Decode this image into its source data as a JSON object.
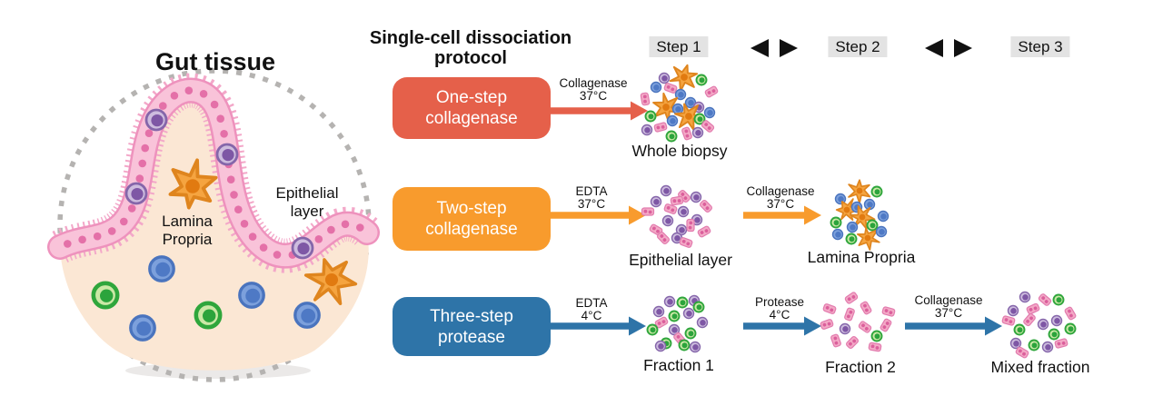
{
  "colors": {
    "red": "#E5604A",
    "orange": "#F89B2D",
    "blue": "#2E74A8",
    "step_chip_bg": "#E3E3E3",
    "tissue_fill": "#FBE7D4",
    "band_fill": "#F9C3D9",
    "band_border": "#EE92BD",
    "band_fringe": "#F3A8C9",
    "nucleus": "#E470A8",
    "dash_gray": "#B5B3B1",
    "black": "#111111"
  },
  "left_panel": {
    "title": "Gut tissue",
    "lamina_label": "Lamina\nPropria",
    "epithelial_label": "Epithelial\nlayer"
  },
  "protocol": {
    "title": "Single-cell dissociation\nprotocol",
    "step_labels": [
      "Step 1",
      "Step 2",
      "Step 3"
    ],
    "boxes": [
      {
        "label": "One-step\ncollagenase",
        "color": "#E5604A"
      },
      {
        "label": "Two-step\ncollagenase",
        "color": "#F89B2D"
      },
      {
        "label": "Three-step\nprotease",
        "color": "#2E74A8"
      }
    ],
    "reagent_labels": {
      "r1a": "Collagenase\n37°C",
      "r2a": "EDTA\n37°C",
      "r2b": "Collagenase\n37°C",
      "r3a": "EDTA\n4°C",
      "r3b": "Protease\n4°C",
      "r3c": "Collagenase\n37°C"
    },
    "captions": {
      "whole_biopsy": "Whole biopsy",
      "epithelial": "Epithelial layer",
      "lamina": "Lamina Propria",
      "fraction1": "Fraction 1",
      "fraction2": "Fraction 2",
      "mixed": "Mixed fraction"
    }
  },
  "figure": {
    "cell_types": {
      "blue": {
        "outer": "#7CA0DC",
        "inner": "#4E79C5",
        "stroke": "#4A74BE"
      },
      "green": {
        "outer": "#CBE8A6",
        "inner": "#2BA43C",
        "stroke": "#2FA63C"
      },
      "purple": {
        "outer": "#CDBCDE",
        "inner": "#7E57A5",
        "stroke": "#8566AA"
      },
      "pink": {
        "outer": "#F3A9C6",
        "inner": "#DB5F9C",
        "stroke": "#E27BAE"
      },
      "star": {
        "outer": "#F5A440",
        "inner": "#E17A10",
        "stroke": "#DF851E"
      }
    },
    "tissue_cells": [
      [
        "purple",
        172,
        132,
        0,
        2.0
      ],
      [
        "purple",
        250,
        170,
        0,
        2.0
      ],
      [
        "purple",
        150,
        213,
        0,
        2.0
      ],
      [
        "purple",
        333,
        273,
        0,
        2.0
      ],
      [
        "star",
        212,
        205,
        10,
        3.0
      ],
      [
        "star",
        365,
        308,
        -20,
        2.7
      ],
      [
        "blue",
        178,
        296,
        0,
        2.4
      ],
      [
        "blue",
        277,
        325,
        0,
        2.4
      ],
      [
        "blue",
        338,
        347,
        0,
        2.4
      ],
      [
        "blue",
        157,
        361,
        0,
        2.4
      ],
      [
        "green",
        116,
        325,
        0,
        2.4
      ],
      [
        "green",
        229,
        347,
        0,
        2.4
      ]
    ],
    "clusters": {
      "whole_biopsy": [
        [
          "purple",
          731,
          86,
          0,
          1
        ],
        [
          "star",
          753,
          85,
          15,
          1.5
        ],
        [
          "green",
          772,
          88,
          0,
          1
        ],
        [
          "blue",
          722,
          96,
          0,
          1
        ],
        [
          "pink",
          738,
          97,
          20,
          1
        ],
        [
          "blue",
          749,
          104,
          0,
          1
        ],
        [
          "pink",
          783,
          101,
          -30,
          1
        ],
        [
          "pink",
          710,
          109,
          80,
          1
        ],
        [
          "star",
          733,
          118,
          -10,
          1.5
        ],
        [
          "blue",
          746,
          120,
          0,
          1
        ],
        [
          "blue",
          760,
          113,
          0,
          1
        ],
        [
          "purple",
          769,
          118,
          0,
          1
        ],
        [
          "blue",
          781,
          124,
          0,
          1
        ],
        [
          "green",
          716,
          128,
          0,
          1
        ],
        [
          "star",
          758,
          128,
          40,
          1.5
        ],
        [
          "blue",
          740,
          133,
          0,
          1
        ],
        [
          "green",
          770,
          131,
          0,
          1
        ],
        [
          "pink",
          779,
          139,
          40,
          1
        ],
        [
          "purple",
          712,
          143,
          0,
          1
        ],
        [
          "pink",
          727,
          140,
          -15,
          1
        ],
        [
          "green",
          739,
          150,
          0,
          1
        ],
        [
          "pink",
          756,
          147,
          70,
          1
        ],
        [
          "purple",
          768,
          146,
          0,
          1
        ]
      ],
      "epithelial": [
        [
          "purple",
          733,
          210,
          0,
          1
        ],
        [
          "pink",
          753,
          216,
          45,
          1
        ],
        [
          "purple",
          766,
          217,
          0,
          1
        ],
        [
          "purple",
          722,
          222,
          0,
          1
        ],
        [
          "pink",
          745,
          221,
          -10,
          1
        ],
        [
          "pink",
          777,
          227,
          45,
          1
        ],
        [
          "pink",
          713,
          233,
          0,
          1
        ],
        [
          "pink",
          738,
          230,
          20,
          1
        ],
        [
          "purple",
          752,
          233,
          0,
          1
        ],
        [
          "purple",
          767,
          242,
          0,
          1
        ],
        [
          "purple",
          735,
          243,
          0,
          1
        ],
        [
          "pink",
          722,
          253,
          30,
          1
        ],
        [
          "purple",
          750,
          253,
          0,
          1
        ],
        [
          "pink",
          760,
          248,
          90,
          1
        ],
        [
          "pink",
          775,
          255,
          -30,
          1
        ],
        [
          "purple",
          745,
          262,
          0,
          1
        ],
        [
          "pink",
          730,
          262,
          45,
          1
        ],
        [
          "pink",
          755,
          267,
          20,
          1
        ]
      ],
      "lamina": [
        [
          "star",
          946,
          210,
          0,
          1.3
        ],
        [
          "green",
          965,
          211,
          0,
          1
        ],
        [
          "blue",
          925,
          219,
          0,
          1
        ],
        [
          "star",
          932,
          231,
          30,
          1.3
        ],
        [
          "blue",
          943,
          228,
          0,
          1
        ],
        [
          "blue",
          957,
          225,
          0,
          1
        ],
        [
          "star",
          949,
          239,
          -20,
          1.3
        ],
        [
          "blue",
          972,
          238,
          0,
          1
        ],
        [
          "green",
          920,
          245,
          0,
          1
        ],
        [
          "blue",
          938,
          250,
          0,
          1
        ],
        [
          "green",
          960,
          248,
          0,
          1
        ],
        [
          "blue",
          922,
          258,
          0,
          1
        ],
        [
          "green",
          937,
          263,
          0,
          1
        ],
        [
          "star",
          955,
          262,
          50,
          1.3
        ],
        [
          "blue",
          970,
          255,
          0,
          1
        ]
      ],
      "fraction1": [
        [
          "purple",
          737,
          332,
          0,
          1
        ],
        [
          "green",
          751,
          333,
          0,
          1
        ],
        [
          "purple",
          764,
          331,
          0,
          1
        ],
        [
          "green",
          769,
          338,
          0,
          1
        ],
        [
          "purple",
          725,
          343,
          0,
          1
        ],
        [
          "green",
          742,
          348,
          0,
          1
        ],
        [
          "purple",
          758,
          345,
          0,
          1
        ],
        [
          "purple",
          773,
          355,
          0,
          1
        ],
        [
          "pink",
          728,
          355,
          -30,
          1
        ],
        [
          "green",
          718,
          363,
          0,
          1
        ],
        [
          "purple",
          742,
          363,
          0,
          1
        ],
        [
          "green",
          760,
          367,
          0,
          1
        ],
        [
          "pink",
          748,
          373,
          50,
          1
        ],
        [
          "green",
          733,
          378,
          0,
          1
        ],
        [
          "green",
          753,
          380,
          0,
          1
        ],
        [
          "purple",
          765,
          382,
          0,
          1
        ],
        [
          "purple",
          727,
          381,
          0,
          1
        ]
      ],
      "fraction2": [
        [
          "pink",
          937,
          328,
          -35,
          1
        ],
        [
          "pink",
          913,
          340,
          20,
          1
        ],
        [
          "pink",
          953,
          339,
          60,
          1
        ],
        [
          "pink",
          935,
          346,
          -70,
          1
        ],
        [
          "pink",
          978,
          343,
          15,
          1
        ],
        [
          "pink",
          910,
          357,
          -20,
          1
        ],
        [
          "purple",
          930,
          362,
          0,
          1
        ],
        [
          "pink",
          952,
          360,
          35,
          1
        ],
        [
          "pink",
          975,
          358,
          -60,
          1
        ],
        [
          "green",
          965,
          370,
          0,
          1
        ],
        [
          "pink",
          920,
          375,
          70,
          1
        ],
        [
          "pink",
          938,
          377,
          -45,
          1
        ],
        [
          "pink",
          963,
          382,
          10,
          1
        ]
      ],
      "mixed": [
        [
          "purple",
          1128,
          327,
          0,
          1
        ],
        [
          "pink",
          1150,
          330,
          40,
          1
        ],
        [
          "green",
          1165,
          330,
          0,
          1
        ],
        [
          "purple",
          1115,
          342,
          0,
          1
        ],
        [
          "pink",
          1137,
          340,
          -25,
          1
        ],
        [
          "pink",
          1178,
          345,
          60,
          1
        ],
        [
          "pink",
          1110,
          353,
          15,
          1
        ],
        [
          "pink",
          1133,
          352,
          -50,
          1
        ],
        [
          "purple",
          1148,
          357,
          0,
          1
        ],
        [
          "purple",
          1163,
          353,
          0,
          1
        ],
        [
          "green",
          1122,
          363,
          0,
          1
        ],
        [
          "green",
          1178,
          362,
          0,
          1
        ],
        [
          "green",
          1160,
          368,
          0,
          1
        ],
        [
          "purple",
          1118,
          378,
          0,
          1
        ],
        [
          "green",
          1138,
          380,
          0,
          1
        ],
        [
          "purple",
          1153,
          382,
          0,
          1
        ],
        [
          "pink",
          1125,
          388,
          30,
          1
        ],
        [
          "pink",
          1168,
          378,
          -15,
          1
        ]
      ]
    }
  }
}
